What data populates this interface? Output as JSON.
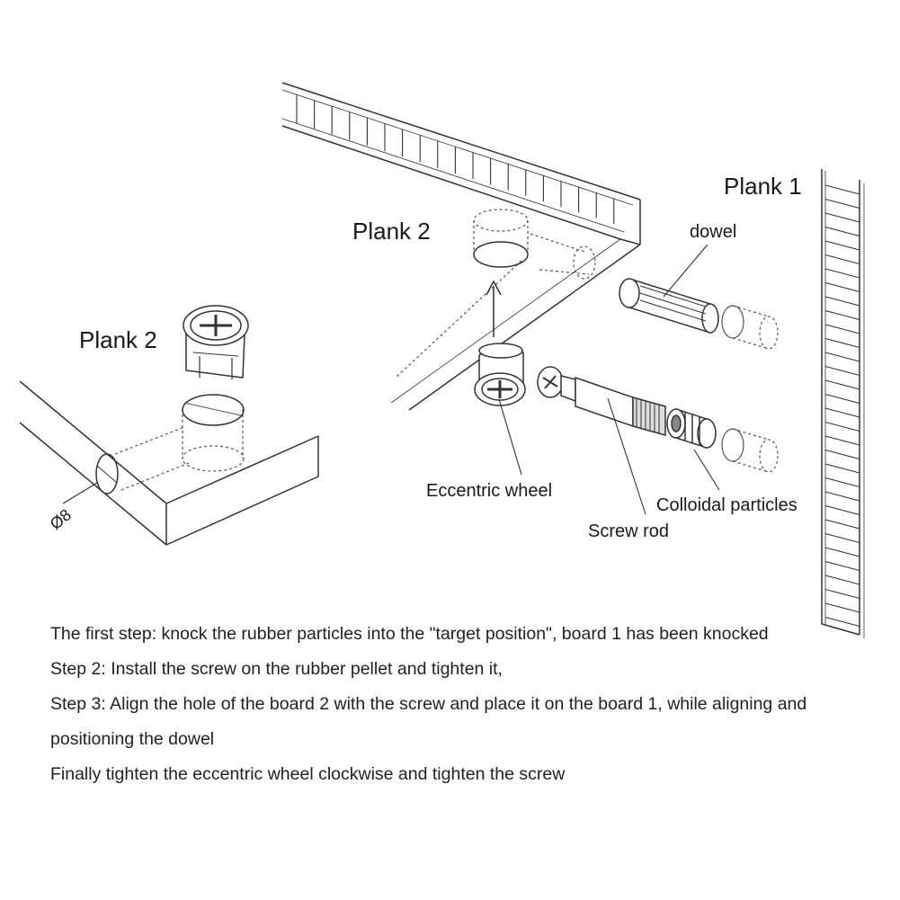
{
  "labels": {
    "plank1": "Plank 1",
    "plank2_top": "Plank 2",
    "plank2_left": "Plank 2",
    "dowel": "dowel",
    "eccentric_wheel": "Eccentric wheel",
    "colloidal_particles": "Colloidal particles",
    "screw_rod": "Screw rod",
    "diameter": "Ø8"
  },
  "instructions": {
    "step1": "The first step: knock the rubber particles into the \"target position\", board 1 has been knocked",
    "step2": "Step 2: Install the screw on the rubber pellet and tighten it,",
    "step3": "Step 3: Align the hole of the board 2 with the screw and place it on the board 1, while aligning and positioning the dowel",
    "step4": "Finally tighten the eccentric wheel clockwise and tighten the screw"
  }
}
